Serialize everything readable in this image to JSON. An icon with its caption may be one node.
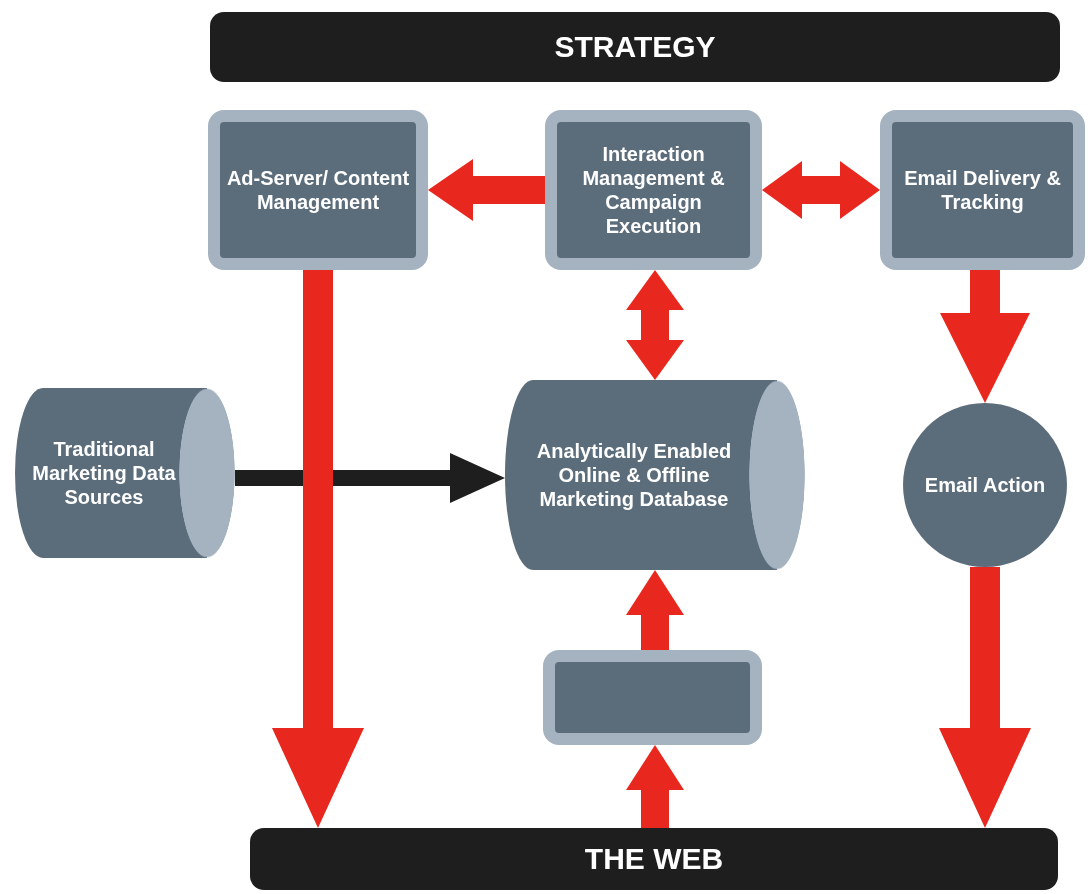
{
  "diagram": {
    "nodes": [
      {
        "text": [
          "STRATEGY"
        ]
      },
      {
        "text": [
          "Ad-Server/ Content Management"
        ]
      },
      {
        "text": [
          "Interaction Management & Campaign Execution"
        ]
      },
      {
        "text": [
          "Email Delivery & Tracking"
        ]
      },
      {
        "text": [
          "Traditional Marketing Data Sources"
        ]
      },
      {
        "text": [
          "Analytically Enabled Online & Offline Marketing Database"
        ]
      },
      {
        "text": [
          "Email Action"
        ]
      },
      {
        "text": [],
        "shape": "box"
      },
      {
        "text": [
          "THE WEB"
        ]
      }
    ],
    "edges": [
      {
        "from": 2,
        "to": 1,
        "arrow": "to"
      },
      {
        "from": 2,
        "to": 3,
        "arrow": "both"
      },
      {
        "from": 2,
        "to": 5,
        "arrow": "both"
      },
      {
        "from": 4,
        "to": 5,
        "arrow": "to",
        "color": "#1e1e1e"
      },
      {
        "from": 1,
        "to": 8,
        "arrow": "to"
      },
      {
        "from": 3,
        "to": 6,
        "arrow": "to"
      },
      {
        "from": 6,
        "to": 8,
        "arrow": "to"
      },
      {
        "from": 7,
        "to": 5,
        "arrow": "to"
      },
      {
        "from": 8,
        "to": 7,
        "arrow": "to"
      }
    ]
  }
}
